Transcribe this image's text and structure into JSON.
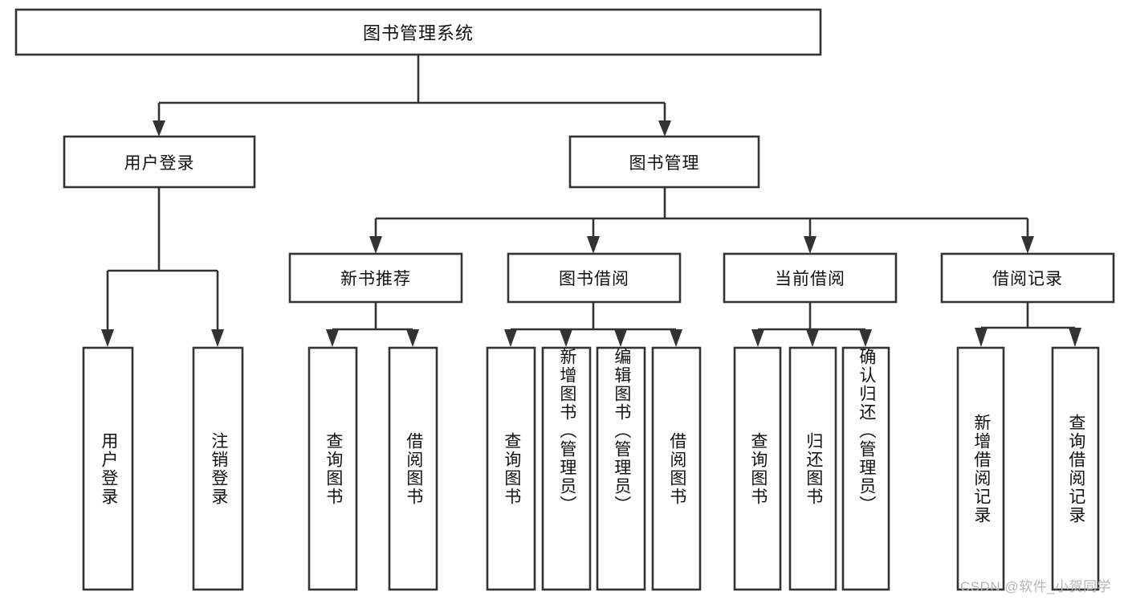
{
  "diagram": {
    "type": "tree-hierarchy",
    "title": "图书管理系统",
    "watermark": "CSDN @软件_小贺同学",
    "colors": {
      "box_stroke": "#333333",
      "box_fill": "#ffffff",
      "connector": "#333333",
      "text": "#111111",
      "watermark": "#b6b6b6",
      "background": "#ffffff"
    },
    "levels": {
      "root": "图书管理系统",
      "level2": [
        "用户登录",
        "图书管理"
      ],
      "level3": [
        "新书推荐",
        "图书借阅",
        "当前借阅",
        "借阅记录"
      ]
    },
    "nodes": {
      "root": {
        "label": "图书管理系统",
        "orientation": "horizontal"
      },
      "user_login": {
        "label": "用户登录",
        "orientation": "horizontal"
      },
      "book_manage": {
        "label": "图书管理",
        "orientation": "horizontal"
      },
      "new_book_rec": {
        "label": "新书推荐",
        "orientation": "horizontal"
      },
      "book_borrow": {
        "label": "图书借阅",
        "orientation": "horizontal"
      },
      "current_borrow": {
        "label": "当前借阅",
        "orientation": "horizontal"
      },
      "borrow_record": {
        "label": "借阅记录",
        "orientation": "horizontal"
      },
      "leaf_user_login": {
        "label": "用户登录",
        "orientation": "vertical"
      },
      "leaf_logout": {
        "label": "注销登录",
        "orientation": "vertical"
      },
      "leaf_query_book_a": {
        "label": "查询图书",
        "orientation": "vertical"
      },
      "leaf_borrow_book_a": {
        "label": "借阅图书",
        "orientation": "vertical"
      },
      "leaf_query_book_b": {
        "label": "查询图书",
        "orientation": "vertical"
      },
      "leaf_add_book": {
        "label": "新增图书（管理员）",
        "orientation": "vertical"
      },
      "leaf_edit_book": {
        "label": "编辑图书（管理员）",
        "orientation": "vertical"
      },
      "leaf_borrow_book_b": {
        "label": "借阅图书",
        "orientation": "vertical"
      },
      "leaf_query_book_c": {
        "label": "查询图书",
        "orientation": "vertical"
      },
      "leaf_return_book": {
        "label": "归还图书",
        "orientation": "vertical"
      },
      "leaf_confirm_return": {
        "label": "确认归还（管理员）",
        "orientation": "vertical"
      },
      "leaf_add_record": {
        "label": "新增借阅记录",
        "orientation": "vertical"
      },
      "leaf_query_record": {
        "label": "查询借阅记录",
        "orientation": "vertical"
      }
    },
    "branches": [
      {
        "parent": "用户登录",
        "children": [
          "用户登录",
          "注销登录"
        ]
      },
      {
        "parent": "新书推荐",
        "children": [
          "查询图书",
          "借阅图书"
        ]
      },
      {
        "parent": "图书借阅",
        "children": [
          "查询图书",
          "新增图书（管理员）",
          "编辑图书（管理员）",
          "借阅图书"
        ]
      },
      {
        "parent": "当前借阅",
        "children": [
          "查询图书",
          "归还图书",
          "确认归还（管理员）"
        ]
      },
      {
        "parent": "借阅记录",
        "children": [
          "新增借阅记录",
          "查询借阅记录"
        ]
      }
    ]
  }
}
